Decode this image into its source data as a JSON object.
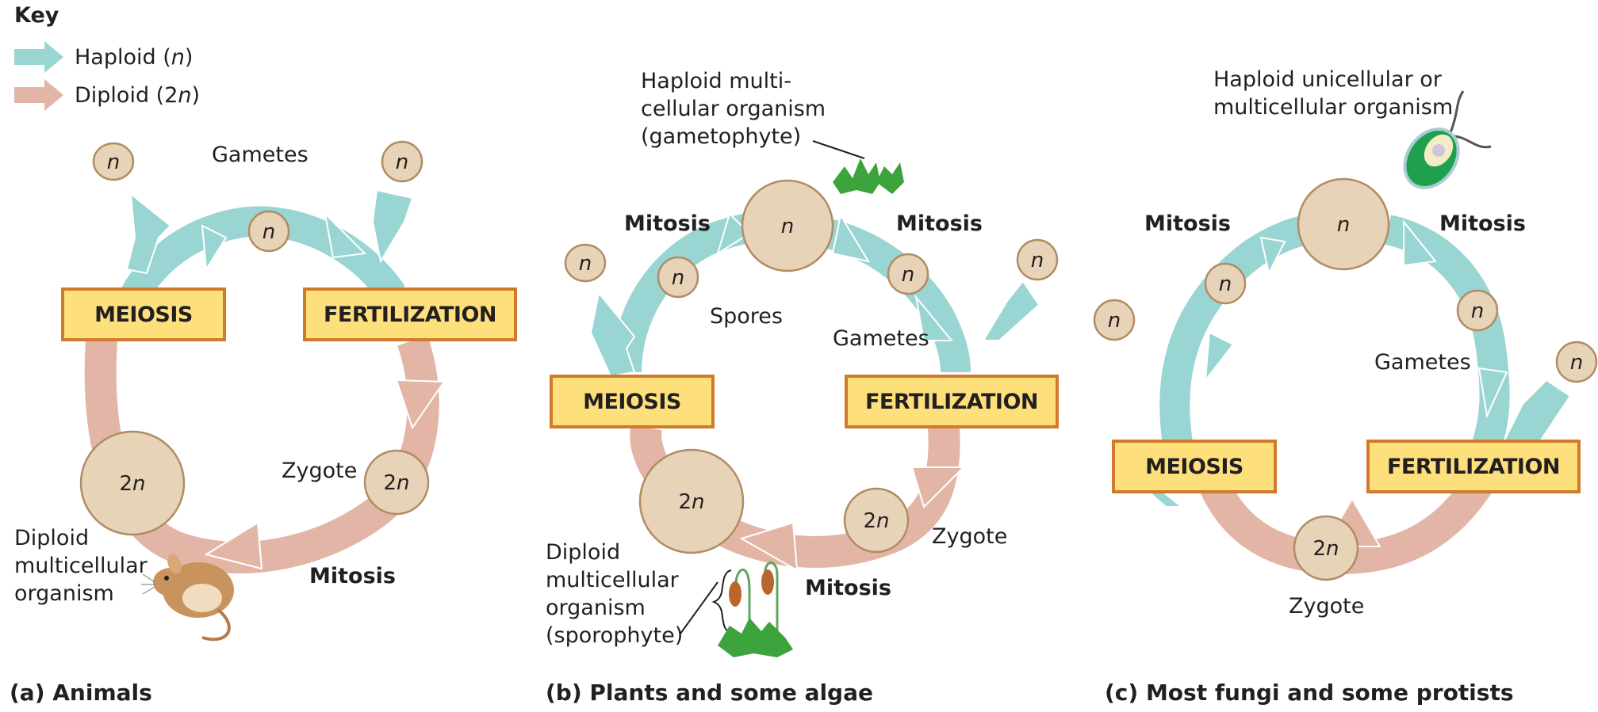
{
  "key": {
    "title": "Key",
    "items": [
      {
        "label": "Haploid (",
        "symbol": "n",
        "close": ")",
        "color": "#98d5d3"
      },
      {
        "label": "Diploid (2",
        "symbol": "n",
        "close": ")",
        "color": "#e3b5a6"
      }
    ]
  },
  "colors": {
    "haploid": "#98d5d3",
    "diploid": "#e3b5a6",
    "cell_fill": "#e7d3b7",
    "cell_stroke": "#b08c64",
    "stage_fill": "#fde07c",
    "stage_border": "#d07a2c"
  },
  "cells": {
    "haploid": "n",
    "diploid": "2n"
  },
  "panels": {
    "a": {
      "caption": "(a) Animals",
      "meiosis": "MEIOSIS",
      "fertilization": "FERTILIZATION",
      "gametes": "Gametes",
      "zygote": "Zygote",
      "mitosis": "Mitosis",
      "organism": [
        "Diploid",
        "multicellular",
        "organism"
      ],
      "illustration": "mouse"
    },
    "b": {
      "caption": "(b) Plants and some algae",
      "meiosis": "MEIOSIS",
      "fertilization": "FERTILIZATION",
      "mitosis_left": "Mitosis",
      "mitosis_right": "Mitosis",
      "mitosis_bottom": "Mitosis",
      "spores": "Spores",
      "gametes": "Gametes",
      "zygote": "Zygote",
      "haploid_organism": [
        "Haploid multi-",
        "cellular organism",
        "(gametophyte)"
      ],
      "diploid_organism": [
        "Diploid",
        "multicellular",
        "organism",
        "(sporophyte)"
      ],
      "illustrations": [
        "gametophyte-moss",
        "sporophyte-moss"
      ]
    },
    "c": {
      "caption": "(c) Most fungi and some protists",
      "meiosis": "MEIOSIS",
      "fertilization": "FERTILIZATION",
      "mitosis_left": "Mitosis",
      "mitosis_right": "Mitosis",
      "gametes": "Gametes",
      "zygote": "Zygote",
      "haploid_organism": [
        "Haploid unicellular or",
        "multicellular organism"
      ],
      "illustration": "flagellate-protist"
    }
  }
}
